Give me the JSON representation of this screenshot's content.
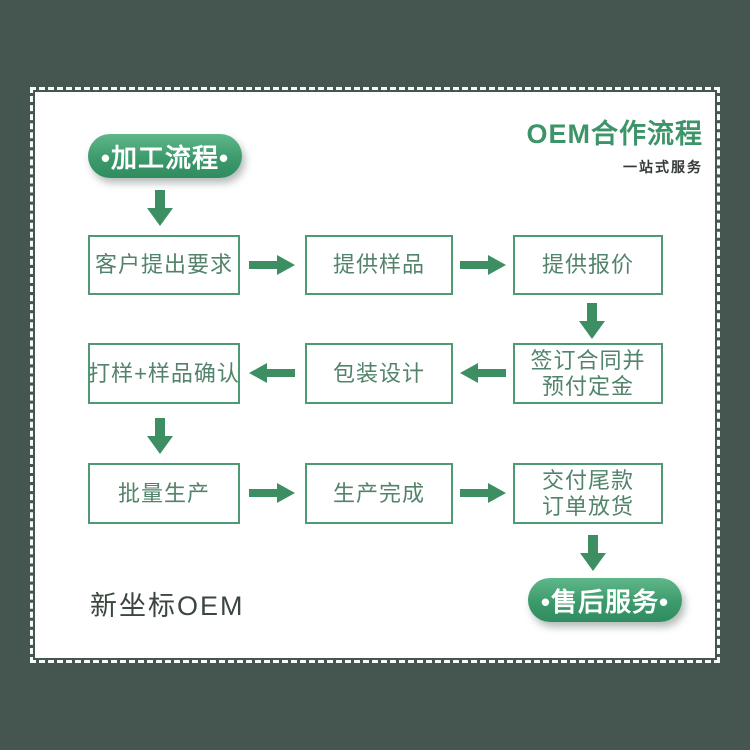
{
  "colors": {
    "background": "#44564F",
    "card_background": "#FFFFFF",
    "box_border": "#4E9A72",
    "box_text": "#53836A",
    "arrow_green": "#3E8E64",
    "title_green": "#3D9468",
    "pill_gradient_start": "#5FB78A",
    "pill_gradient_end": "#2F8C60",
    "pill_text": "#FFFFFF"
  },
  "header": {
    "badge_label": "•加工流程•",
    "title": "OEM合作流程",
    "subtitle": "一站式服务"
  },
  "flow": {
    "row1": {
      "step1": "客户提出要求",
      "step2": "提供样品",
      "step3": "提供报价"
    },
    "row2": {
      "step4": "打样+样品确认",
      "step5": "包装设计",
      "step6_line1": "签订合同并",
      "step6_line2": "预付定金"
    },
    "row3": {
      "step7": "批量生产",
      "step8": "生产完成",
      "step9_line1": "交付尾款",
      "step9_line2": "订单放货"
    }
  },
  "footer": {
    "brand": "新坐标OEM",
    "badge_label": "•售后服务•"
  }
}
